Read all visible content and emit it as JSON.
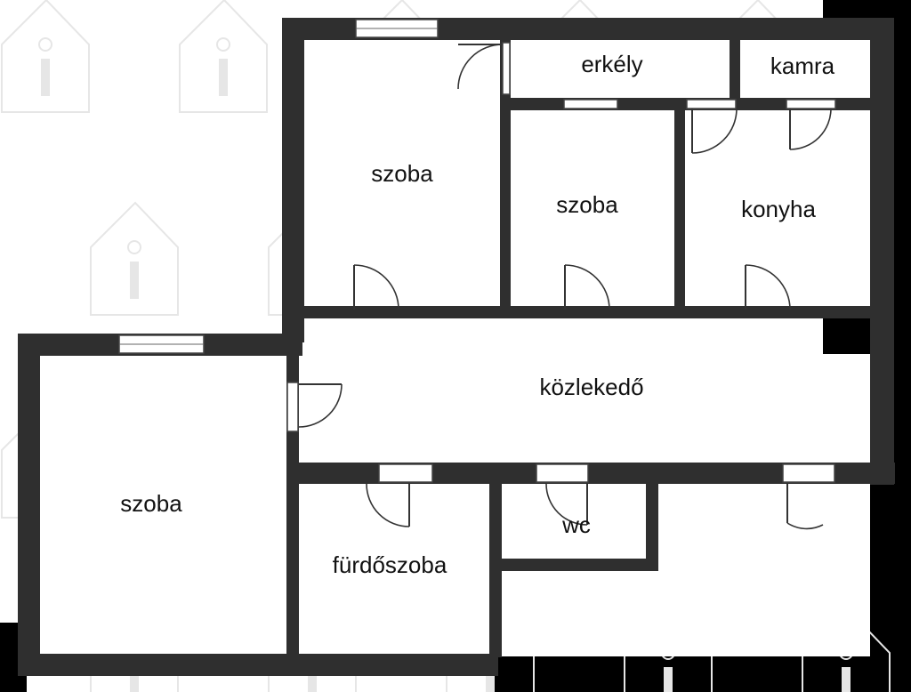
{
  "floorplan": {
    "rooms": [
      {
        "id": "szoba-1",
        "label": "szoba"
      },
      {
        "id": "szoba-2",
        "label": "szoba"
      },
      {
        "id": "erkely",
        "label": "erkély"
      },
      {
        "id": "kamra",
        "label": "kamra"
      },
      {
        "id": "konyha",
        "label": "konyha"
      },
      {
        "id": "kozlekedo",
        "label": "közlekedő"
      },
      {
        "id": "szoba-3",
        "label": "szoba"
      },
      {
        "id": "furdoszoba",
        "label": "fürdőszoba"
      },
      {
        "id": "wc",
        "label": "wc"
      }
    ],
    "colors": {
      "wall": "#2f2f2f",
      "background": "#ffffff",
      "outside": "#000000",
      "watermark": "#e6e6e6"
    },
    "watermark_icon": "house-info-icon"
  }
}
